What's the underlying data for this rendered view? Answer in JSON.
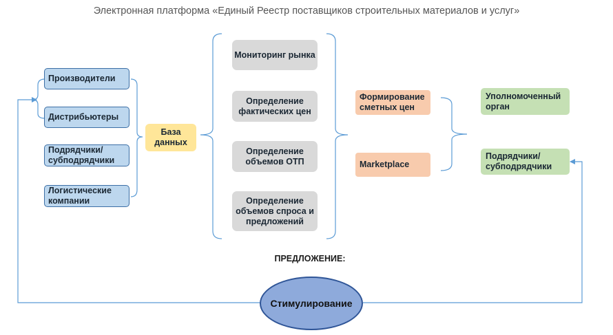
{
  "title": "Электронная платформа «Единый Реестр поставщиков строительных материалов и услуг»",
  "participants": [
    "Производители",
    "Дистрибьютеры",
    "Подрядчики/ субподрядчики",
    "Логистические компании"
  ],
  "database": "База данных",
  "functions": [
    "Мониторинг рынка",
    "Определение фактических цен",
    "Определение объемов ОТП",
    "Определение объемов спроса и предложений"
  ],
  "outputs": [
    "Формирование сметных цен",
    "Marketplace"
  ],
  "consumers": [
    "Уполномоченный орган",
    "Подрядчики/ субподрядчики"
  ],
  "proposal_heading": "ПРЕДЛОЖЕНИЕ:",
  "stimulus": "Стимулирование",
  "colors": {
    "participant_fill": "#bdd7ee",
    "participant_border": "#3b6ea5",
    "function_fill": "#d9d9d9",
    "database_fill": "#ffe699",
    "output_fill": "#f8cbad",
    "consumer_fill": "#c5e0b4",
    "stimulus_fill": "#8eaadb",
    "connector": "#5b9bd5"
  }
}
